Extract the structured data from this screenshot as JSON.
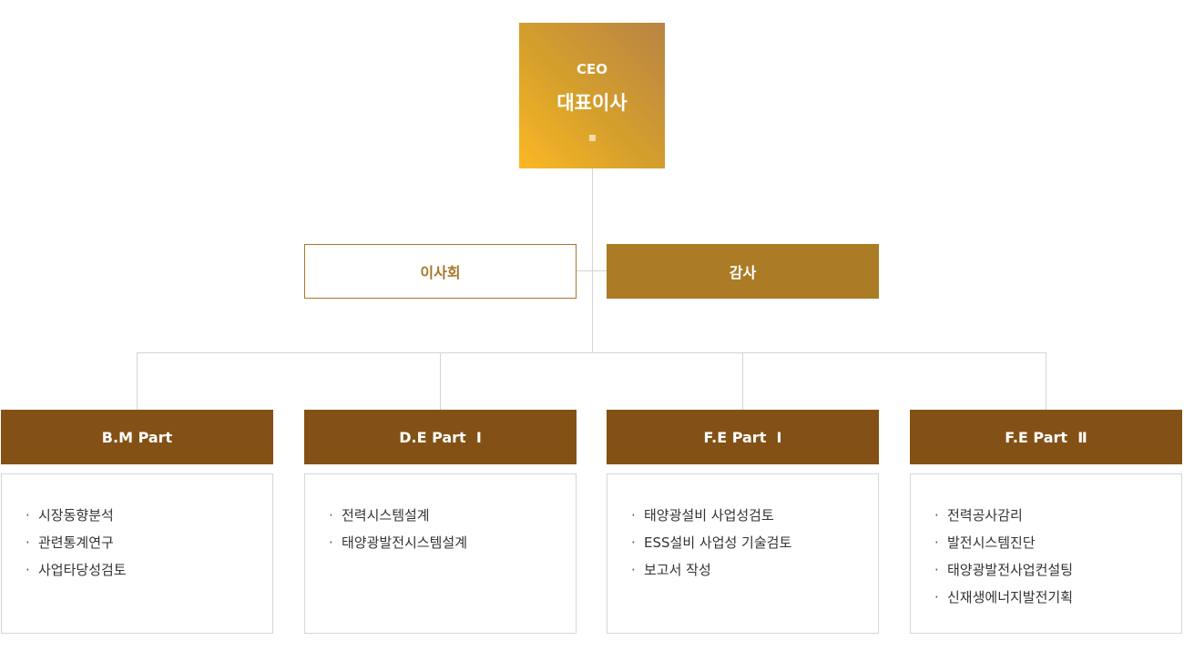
{
  "ceo": {
    "title_en": "CEO",
    "title_ko": "대표이사"
  },
  "board_label": "이사회",
  "audit_label": "감사",
  "parts": [
    {
      "name": "B.M Part",
      "items": [
        "시장동향분석",
        "관련통계연구",
        "사업타당성검토"
      ]
    },
    {
      "name": "D.E Part  Ⅰ",
      "items": [
        "전력시스템설계",
        "태양광발전시스템설계"
      ]
    },
    {
      "name": "F.E Part  Ⅰ",
      "items": [
        "태양광설비 사업성검토",
        "ESS설비 사업성 기술검토",
        "보고서 작성"
      ]
    },
    {
      "name": "F.E Part  Ⅱ",
      "items": [
        "전력공사감리",
        "발전시스템진단",
        "태양광발전사업컨설팅",
        "신재생에너지발전기획"
      ]
    }
  ],
  "colors": {
    "ceo_gradient_start": "#fbb825",
    "ceo_gradient_end": "#b88443",
    "audit_fill": "#ab7b25",
    "board_border": "#a8772a",
    "part_header": "#835116",
    "connector": "#d4d4d4"
  }
}
